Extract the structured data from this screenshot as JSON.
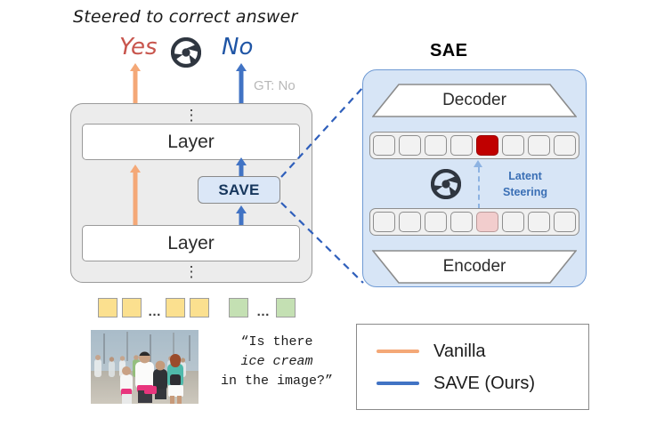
{
  "figure": {
    "headline": "Steered to correct answer"
  },
  "answers": {
    "vanilla_answer": "Yes",
    "vanilla_color": "#c8554d",
    "steered_answer": "No",
    "steered_color": "#1f55a5",
    "ground_truth": "GT: No",
    "wheel_icon": "steering-wheel-icon"
  },
  "model": {
    "layer_top_label": "Layer",
    "layer_bottom_label": "Layer",
    "dots_top": "⋮",
    "dots_bottom": "⋮",
    "save_label": "SAVE"
  },
  "tokens": {
    "image_token_color": "#fbe08f",
    "text_token_color": "#c4e0b3",
    "image_ellipsis": "…",
    "text_ellipsis": "…",
    "image_token_count": 4,
    "text_token_count": 2
  },
  "input": {
    "photo_alt": "crowd-of-people-walking-on-boardwalk-photo",
    "question_line1": "“Is there",
    "question_line2": "ice cream",
    "question_line3": "in the image?”"
  },
  "sae": {
    "title": "SAE",
    "decoder_label": "Decoder",
    "encoder_label": "Encoder",
    "steering_label_line1": "Latent",
    "steering_label_line2": "Steering",
    "wheel_icon": "steering-wheel-icon",
    "panel_color": "#d7e5f6",
    "latent_cells": 8,
    "post_steer_active_index": 4,
    "post_steer_active_color": "#c00000",
    "pre_steer_active_index": 4,
    "pre_steer_active_color": "#f2cdcd"
  },
  "legend": {
    "items": [
      {
        "label": "Vanilla",
        "color": "#f4a877"
      },
      {
        "label": "SAVE (Ours)",
        "color": "#4173c4"
      }
    ]
  }
}
